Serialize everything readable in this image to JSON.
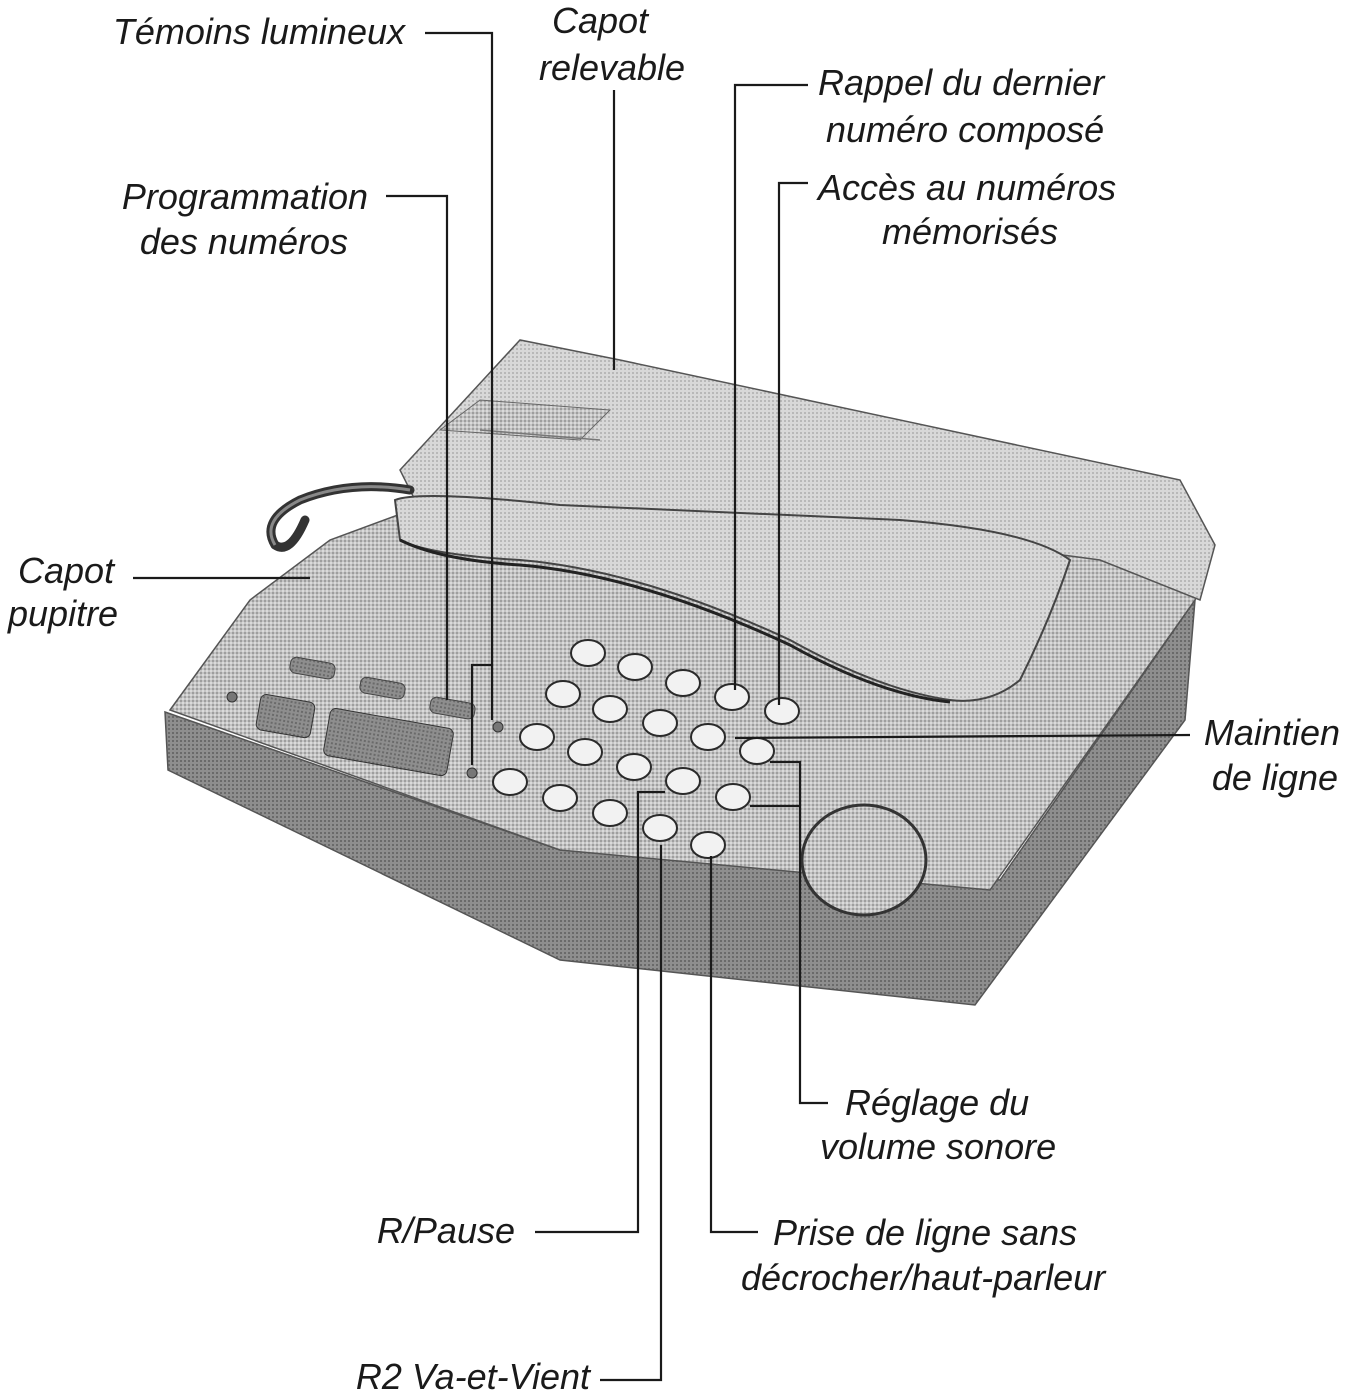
{
  "labels": {
    "temoins": "Témoins lumineux",
    "capot_relevable_1": "Capot",
    "capot_relevable_2": "relevable",
    "rappel_1": "Rappel du dernier",
    "rappel_2": "numéro composé",
    "programmation_1": "Programmation",
    "programmation_2": "des numéros",
    "acces_1": "Accès au numéros",
    "acces_2": "mémorisés",
    "capot_pupitre_1": "Capot",
    "capot_pupitre_2": "pupitre",
    "maintien_1": "Maintien",
    "maintien_2": "de ligne",
    "reglage_1": "Réglage du",
    "reglage_2": "volume sonore",
    "rpause": "R/Pause",
    "prise_1": "Prise de ligne sans",
    "prise_2": "décrocher/haut-parleur",
    "r2": "R2 Va-et-Vient"
  },
  "colors": {
    "ink": "#1a1a1a",
    "body_gray": "#bdbdbd",
    "dark_gray": "#8a8a8a",
    "key_fill": "#f2f2f2"
  }
}
